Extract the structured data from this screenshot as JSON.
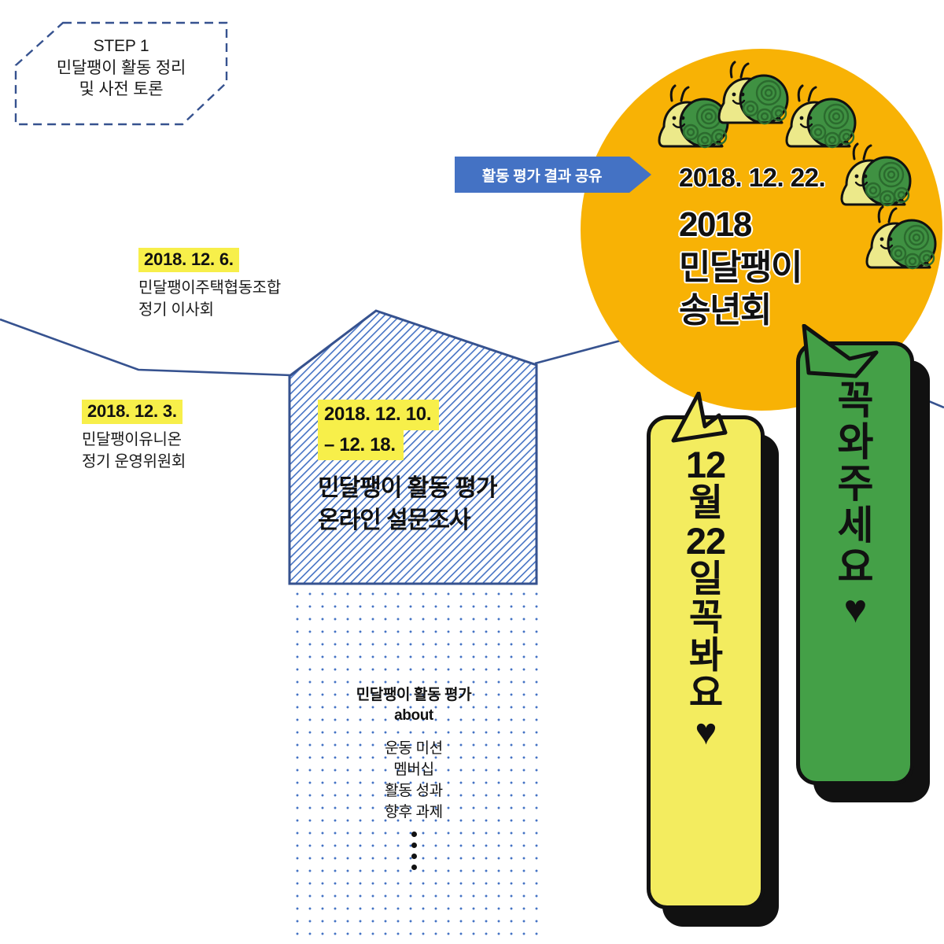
{
  "step_box": {
    "label": "STEP 1",
    "line1": "민달팽이 활동 정리",
    "line2": "및 사전 토론"
  },
  "arrow_banner": {
    "label": "활동 평가 결과 공유",
    "color": "#4472c4"
  },
  "timeline": [
    {
      "date": "2018. 12. 3.",
      "desc_line1": "민달팽이유니온",
      "desc_line2": "정기 운영위원회"
    },
    {
      "date": "2018. 12. 6.",
      "desc_line1": "민달팽이주택협동조합",
      "desc_line2": "정기 이사회"
    }
  ],
  "house": {
    "date_line1": "2018. 12. 10.",
    "date_line2": "– 12. 18.",
    "title_line1": "민달팽이 활동 평가",
    "title_line2": "온라인 설문조사"
  },
  "about_panel": {
    "heading_line1": "민달팽이 활동 평가",
    "heading_line2": "about",
    "items": [
      "운동 미션",
      "멤버십",
      "활동 성과",
      "향후 과제"
    ],
    "ellipsis_dots": 4
  },
  "circle": {
    "date": "2018. 12. 22.",
    "title_line1": "2018",
    "title_line2": "민달팽이",
    "title_line3": "송년회",
    "bg_color": "#f8b205",
    "snail_count": 5
  },
  "yellow_banner": {
    "chars": [
      "12",
      "월",
      "22",
      "일",
      "꼭",
      "봐",
      "요",
      "♥"
    ],
    "bg_color": "#f3ec5f"
  },
  "green_banner": {
    "chars": [
      "꼭",
      "와",
      "주",
      "세",
      "요",
      "♥"
    ],
    "bg_color": "#44a047"
  },
  "palette": {
    "line_blue": "#36528f",
    "highlight_yellow": "#f7ef4a",
    "hatch_blue": "#4472c4",
    "snail_body": "#ece98a",
    "snail_shell": "#3f9142"
  }
}
